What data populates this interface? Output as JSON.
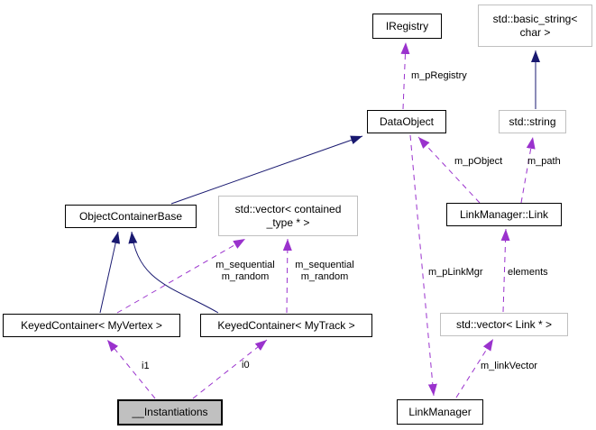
{
  "colors": {
    "background": "#ffffff",
    "inheritance_edge": "#191970",
    "usage_edge": "#9a32cd",
    "node_border": "#000000",
    "external_node_border": "#c0c0c0",
    "current_node_fill": "#c0c0c0",
    "node_fill": "#ffffff",
    "text": "#000000"
  },
  "nodes": {
    "iregistry": {
      "label": "IRegistry"
    },
    "basic_string": {
      "line1": "std::basic_string<",
      "line2": "char >"
    },
    "dataobject": {
      "label": "DataObject"
    },
    "std_string": {
      "label": "std::string"
    },
    "objectcontainerbase": {
      "label": "ObjectContainerBase"
    },
    "vector_contained_type": {
      "line1": "std::vector< contained",
      "line2": "_type * >"
    },
    "linkmanager_link": {
      "label": "LinkManager::Link"
    },
    "keyedcontainer_myvertex": {
      "label": "KeyedContainer< MyVertex >"
    },
    "keyedcontainer_mytrack": {
      "label": "KeyedContainer< MyTrack >"
    },
    "vector_link": {
      "label": "std::vector< Link * >"
    },
    "instantiations": {
      "label": "__Instantiations"
    },
    "linkmanager": {
      "label": "LinkManager"
    }
  },
  "edge_labels": {
    "m_pRegistry": "m_pRegistry",
    "m_pObject": "m_pObject",
    "m_path": "m_path",
    "vertex_vector": {
      "line1": "m_sequential",
      "line2": "m_random"
    },
    "track_vector": {
      "line1": "m_sequential",
      "line2": "m_random"
    },
    "i1": "i1",
    "i0": "i0",
    "m_pLinkMgr": "m_pLinkMgr",
    "elements": "elements",
    "m_linkVector": "m_linkVector"
  }
}
